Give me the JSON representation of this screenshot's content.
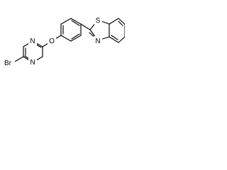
{
  "molecule": {
    "atoms": {
      "br": "Br",
      "n_pyrimidine_top": "N",
      "n_pyrimidine_bottom": "N",
      "o_ether": "O",
      "s_thiazole": "S",
      "n_thiazole": "N"
    }
  }
}
